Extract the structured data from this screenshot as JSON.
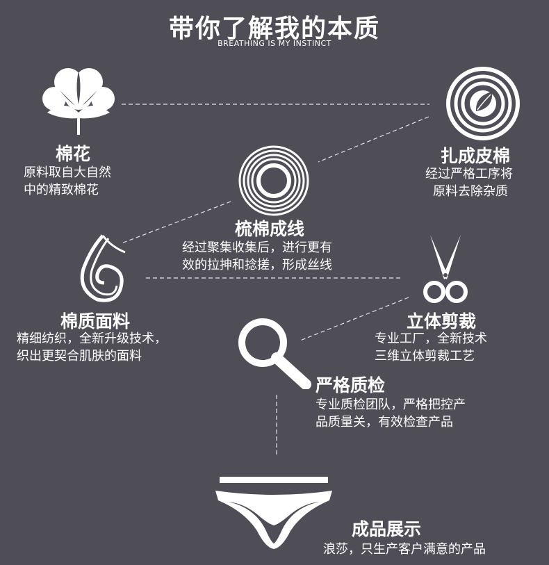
{
  "header": {
    "title": "带你了解我的本质",
    "subtitle": "BREATHING IS MY INSTINCT"
  },
  "steps": [
    {
      "title": "棉花",
      "line1": "原料取自大自然",
      "line2": "中的精致棉花",
      "icon": "cotton-icon"
    },
    {
      "title": "扎成皮棉",
      "line1": "经过严格工序将",
      "line2": "原料去除杂质",
      "icon": "leaf-circle-icon"
    },
    {
      "title": "梳棉成线",
      "line1": "经过聚集收集后，进行更有",
      "line2": "效的拉抻和捻搓，形成丝线",
      "icon": "yarn-spool-icon"
    },
    {
      "title": "棉质面料",
      "line1": "精细纺织，全新升级技术，",
      "line2": "织出更契合肌肤的面料",
      "icon": "fabric-fold-icon"
    },
    {
      "title": "立体剪裁",
      "line1": "专业工厂，全新技术",
      "line2": "三维立体剪裁工艺",
      "icon": "scissors-icon"
    },
    {
      "title": "严格质检",
      "line1": "专业质检团队，严格把控产",
      "line2": "品质量关，有效检查产品",
      "icon": "magnifier-icon"
    },
    {
      "title": "成品展示",
      "line1": "浪莎，只生产客户满意的产品",
      "icon": "underwear-icon"
    }
  ],
  "colors": {
    "background": "#4f4d55",
    "foreground": "#ffffff"
  }
}
